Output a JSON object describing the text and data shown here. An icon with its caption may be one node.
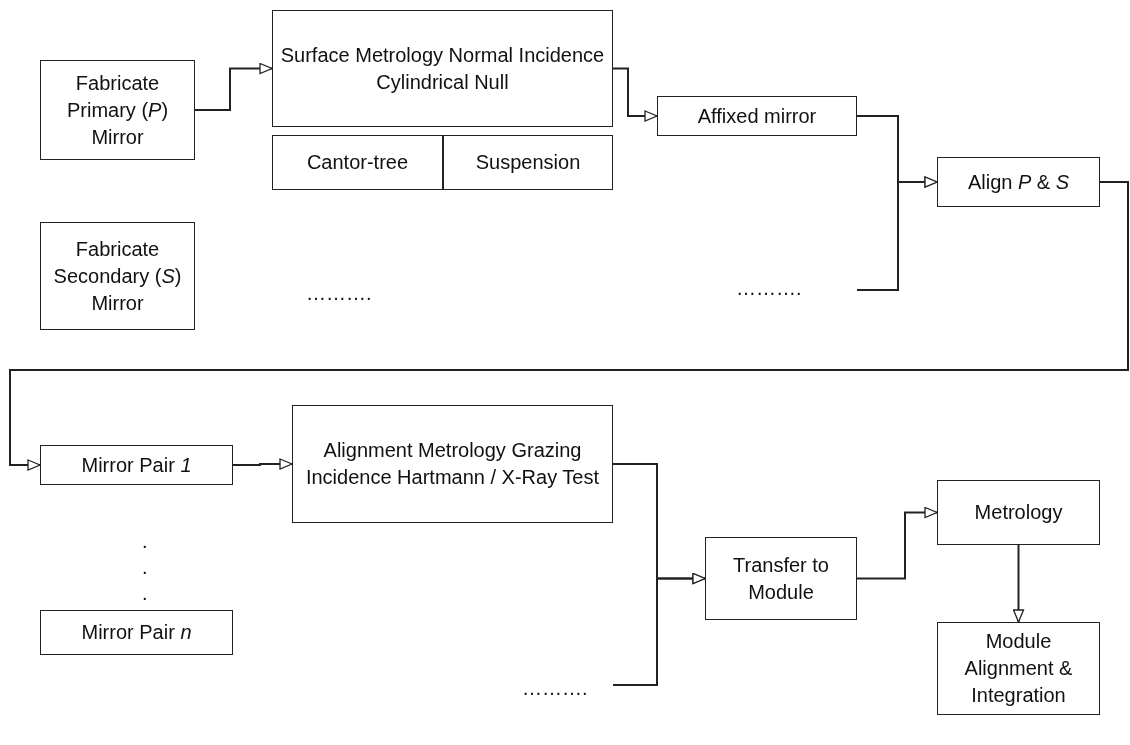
{
  "diagram": {
    "nodes": [
      {
        "text": [
          "Fabricate Primary (*P*) Mirror"
        ]
      },
      {
        "text": [
          "Surface Metrology Normal Incidence Cylindrical Null"
        ]
      },
      {
        "text": [
          "Cantor-tree"
        ]
      },
      {
        "text": [
          "Suspension"
        ]
      },
      {
        "text": [
          "Affixed mirror"
        ]
      },
      {
        "text": [
          "Align *P* & *S*"
        ]
      },
      {
        "text": [
          "Fabricate Secondary (*S*) Mirror"
        ]
      },
      {
        "text": [
          "Mirror Pair *1*"
        ]
      },
      {
        "text": [
          "Alignment Metrology Grazing Incidence Hartmann / X-Ray Test"
        ]
      },
      {
        "text": [
          "Mirror Pair *n*"
        ]
      },
      {
        "text": [
          "Transfer to Module"
        ]
      },
      {
        "text": [
          "Metrology"
        ]
      },
      {
        "text": [
          "Module Alignment & Integration"
        ]
      }
    ],
    "edges": [
      {
        "from": 0,
        "to": 1,
        "arrow": "to"
      },
      {
        "from": 1,
        "to": 4,
        "arrow": "to"
      },
      {
        "from": 4,
        "to": 5,
        "arrow": "to"
      },
      {
        "from": null,
        "to": 5,
        "arrow": "to"
      },
      {
        "from": 5,
        "to": 7,
        "arrow": "to"
      },
      {
        "from": 7,
        "to": 8,
        "arrow": "to"
      },
      {
        "from": 8,
        "to": 10,
        "arrow": "to"
      },
      {
        "from": null,
        "to": 10,
        "arrow": "to"
      },
      {
        "from": 10,
        "to": 11,
        "arrow": "to"
      },
      {
        "from": 11,
        "to": 12,
        "arrow": "to"
      }
    ],
    "labels": [
      "……….",
      "……….",
      ".",
      ".",
      ".",
      "………."
    ]
  }
}
